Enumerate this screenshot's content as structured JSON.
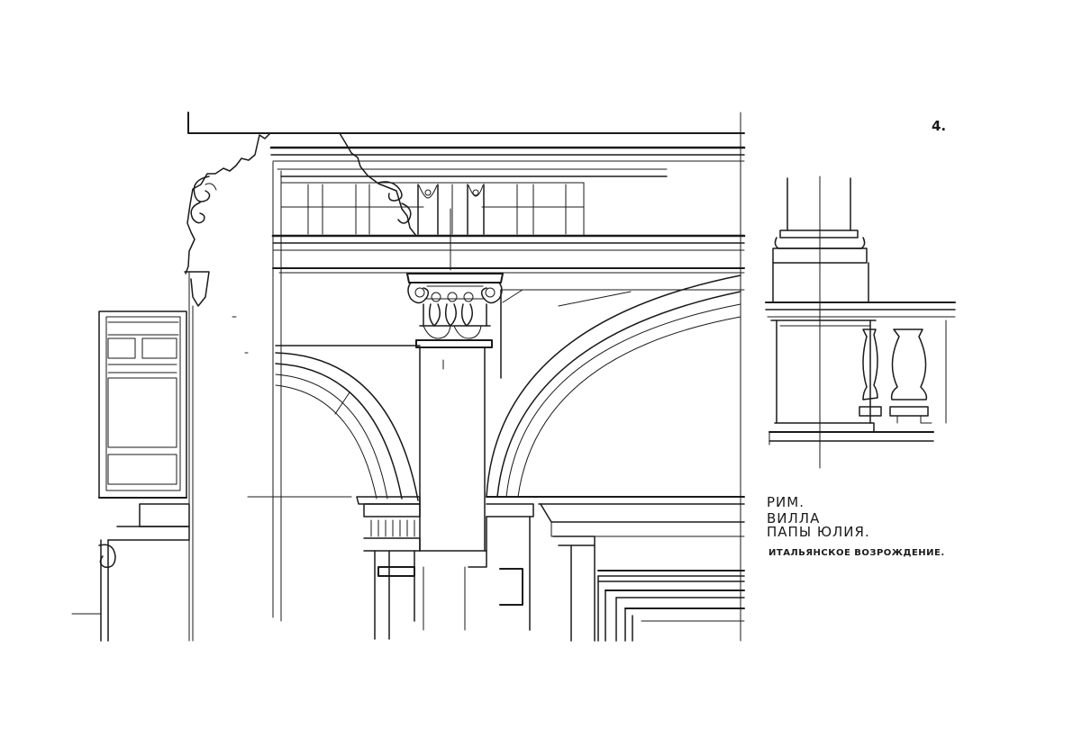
{
  "sheet": {
    "page_number": "4.",
    "caption": {
      "line1": "РИМ.",
      "line2": "ВИЛЛА",
      "line3": "ПАПЫ ЮЛИЯ.",
      "line4": "ИТАЛЬЯНСКОЕ ВОЗРОЖДЕНИЕ."
    }
  },
  "drawing": {
    "subject": "architectural-elevation-sketch",
    "ink_color": "#1a1a1a",
    "paper_color": "#ffffff"
  }
}
